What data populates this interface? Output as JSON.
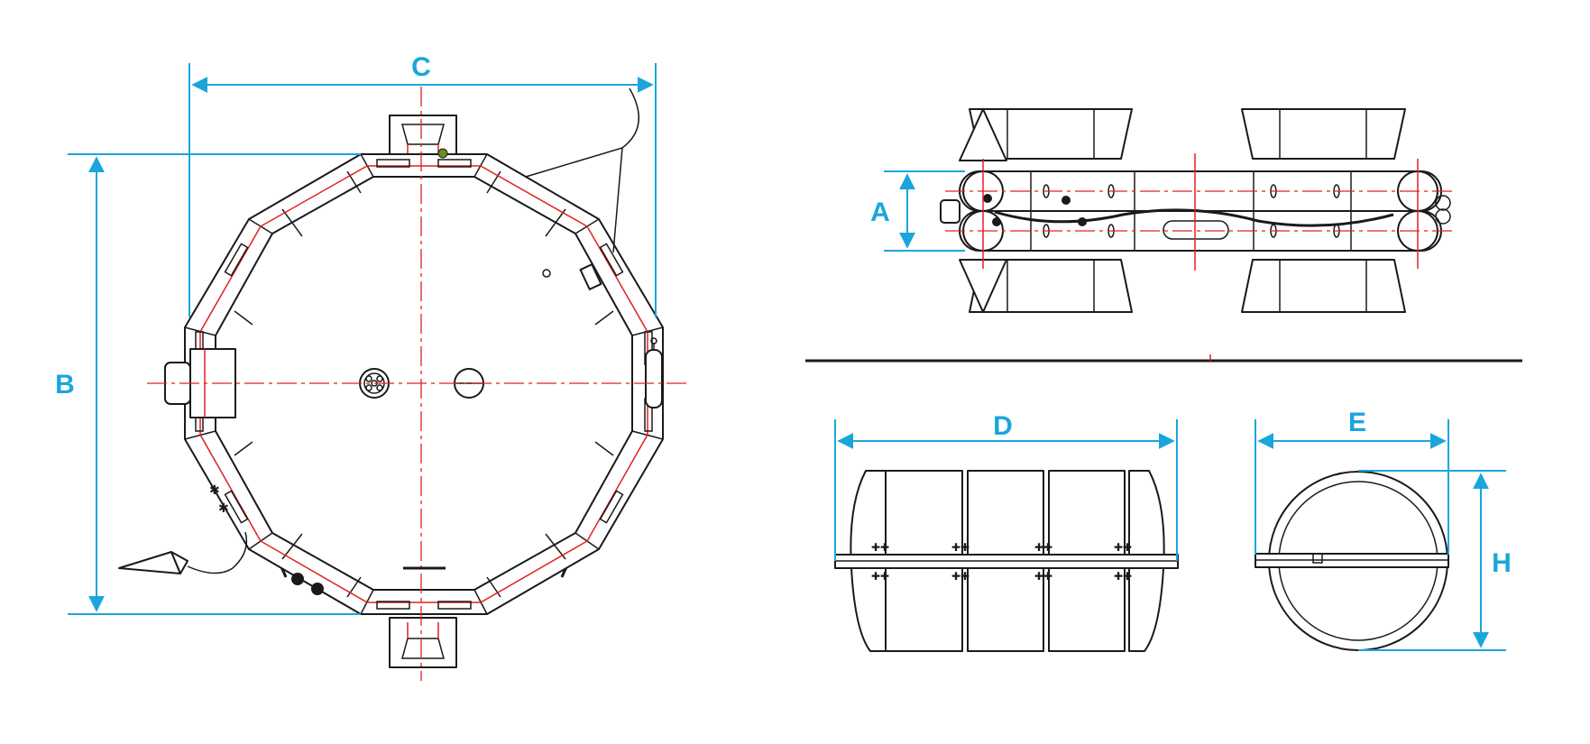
{
  "dimension_labels": {
    "a": "A",
    "b": "B",
    "c": "C",
    "d": "D",
    "e": "E",
    "h": "H"
  },
  "colors": {
    "dimension": "#1aa6dc",
    "centerline": "#e02020",
    "outline": "#1a1a1a"
  }
}
